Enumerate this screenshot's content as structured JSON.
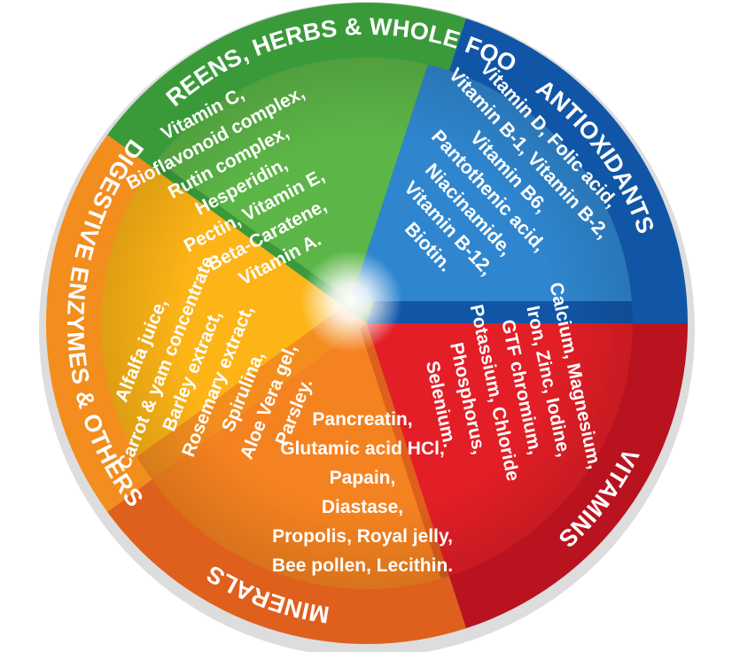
{
  "segments": [
    {
      "key": "vitamins",
      "title": "VITAMINS",
      "outer_color": "#b8131f",
      "inner_color": "#e31e26",
      "items": [
        "Vitamin D, Folic acid,",
        "Vitamin B-1, Vitamin B-2,",
        "Vitamin B6,",
        "Pantothenic acid,",
        "Niacinamide,",
        "Vitamin B-12,",
        "Biotin."
      ]
    },
    {
      "key": "minerals",
      "title": "MINERALS",
      "outer_color": "#df5f1c",
      "inner_color": "#f58220",
      "items": [
        "Calcium, Magnesium,",
        "Iron, Zinc, Iodine,",
        "GTF chromium,",
        "Potassium, Chloride",
        "Phosphorus,",
        "Selenium."
      ]
    },
    {
      "key": "digestive",
      "title": "DIGESTIVE ENZYMES & OTHERS",
      "outer_color": "#f28d1e",
      "inner_color": "#fcb416",
      "items": [
        "Pancreatin,",
        "Glutamic acid HCl,",
        "Papain,",
        "Diastase,",
        "Propolis, Royal jelly,",
        "Bee pollen, Lecithin."
      ]
    },
    {
      "key": "greens",
      "title": "GREENS, HERBS & WHOLE FOOD",
      "outer_color": "#3a9a3a",
      "inner_color": "#5cb547",
      "items": [
        "Alfalfa juice,",
        "Carrot & yam concentrate,",
        "Barley extract,",
        "Rosemary extract,",
        "Spirulina,",
        "Aloe Vera gel,",
        "Parsley."
      ]
    },
    {
      "key": "antioxidants",
      "title": "ANTIOXIDANTS",
      "outer_color": "#1156a6",
      "inner_color": "#2f86cf",
      "items": [
        "Vitamin C,",
        "Bioflavonoid complex,",
        "Rutin complex,",
        "Hesperidin,",
        "Pectin, Vitamin E,",
        "Beta-Caratene,",
        "Vitamin A."
      ]
    }
  ]
}
